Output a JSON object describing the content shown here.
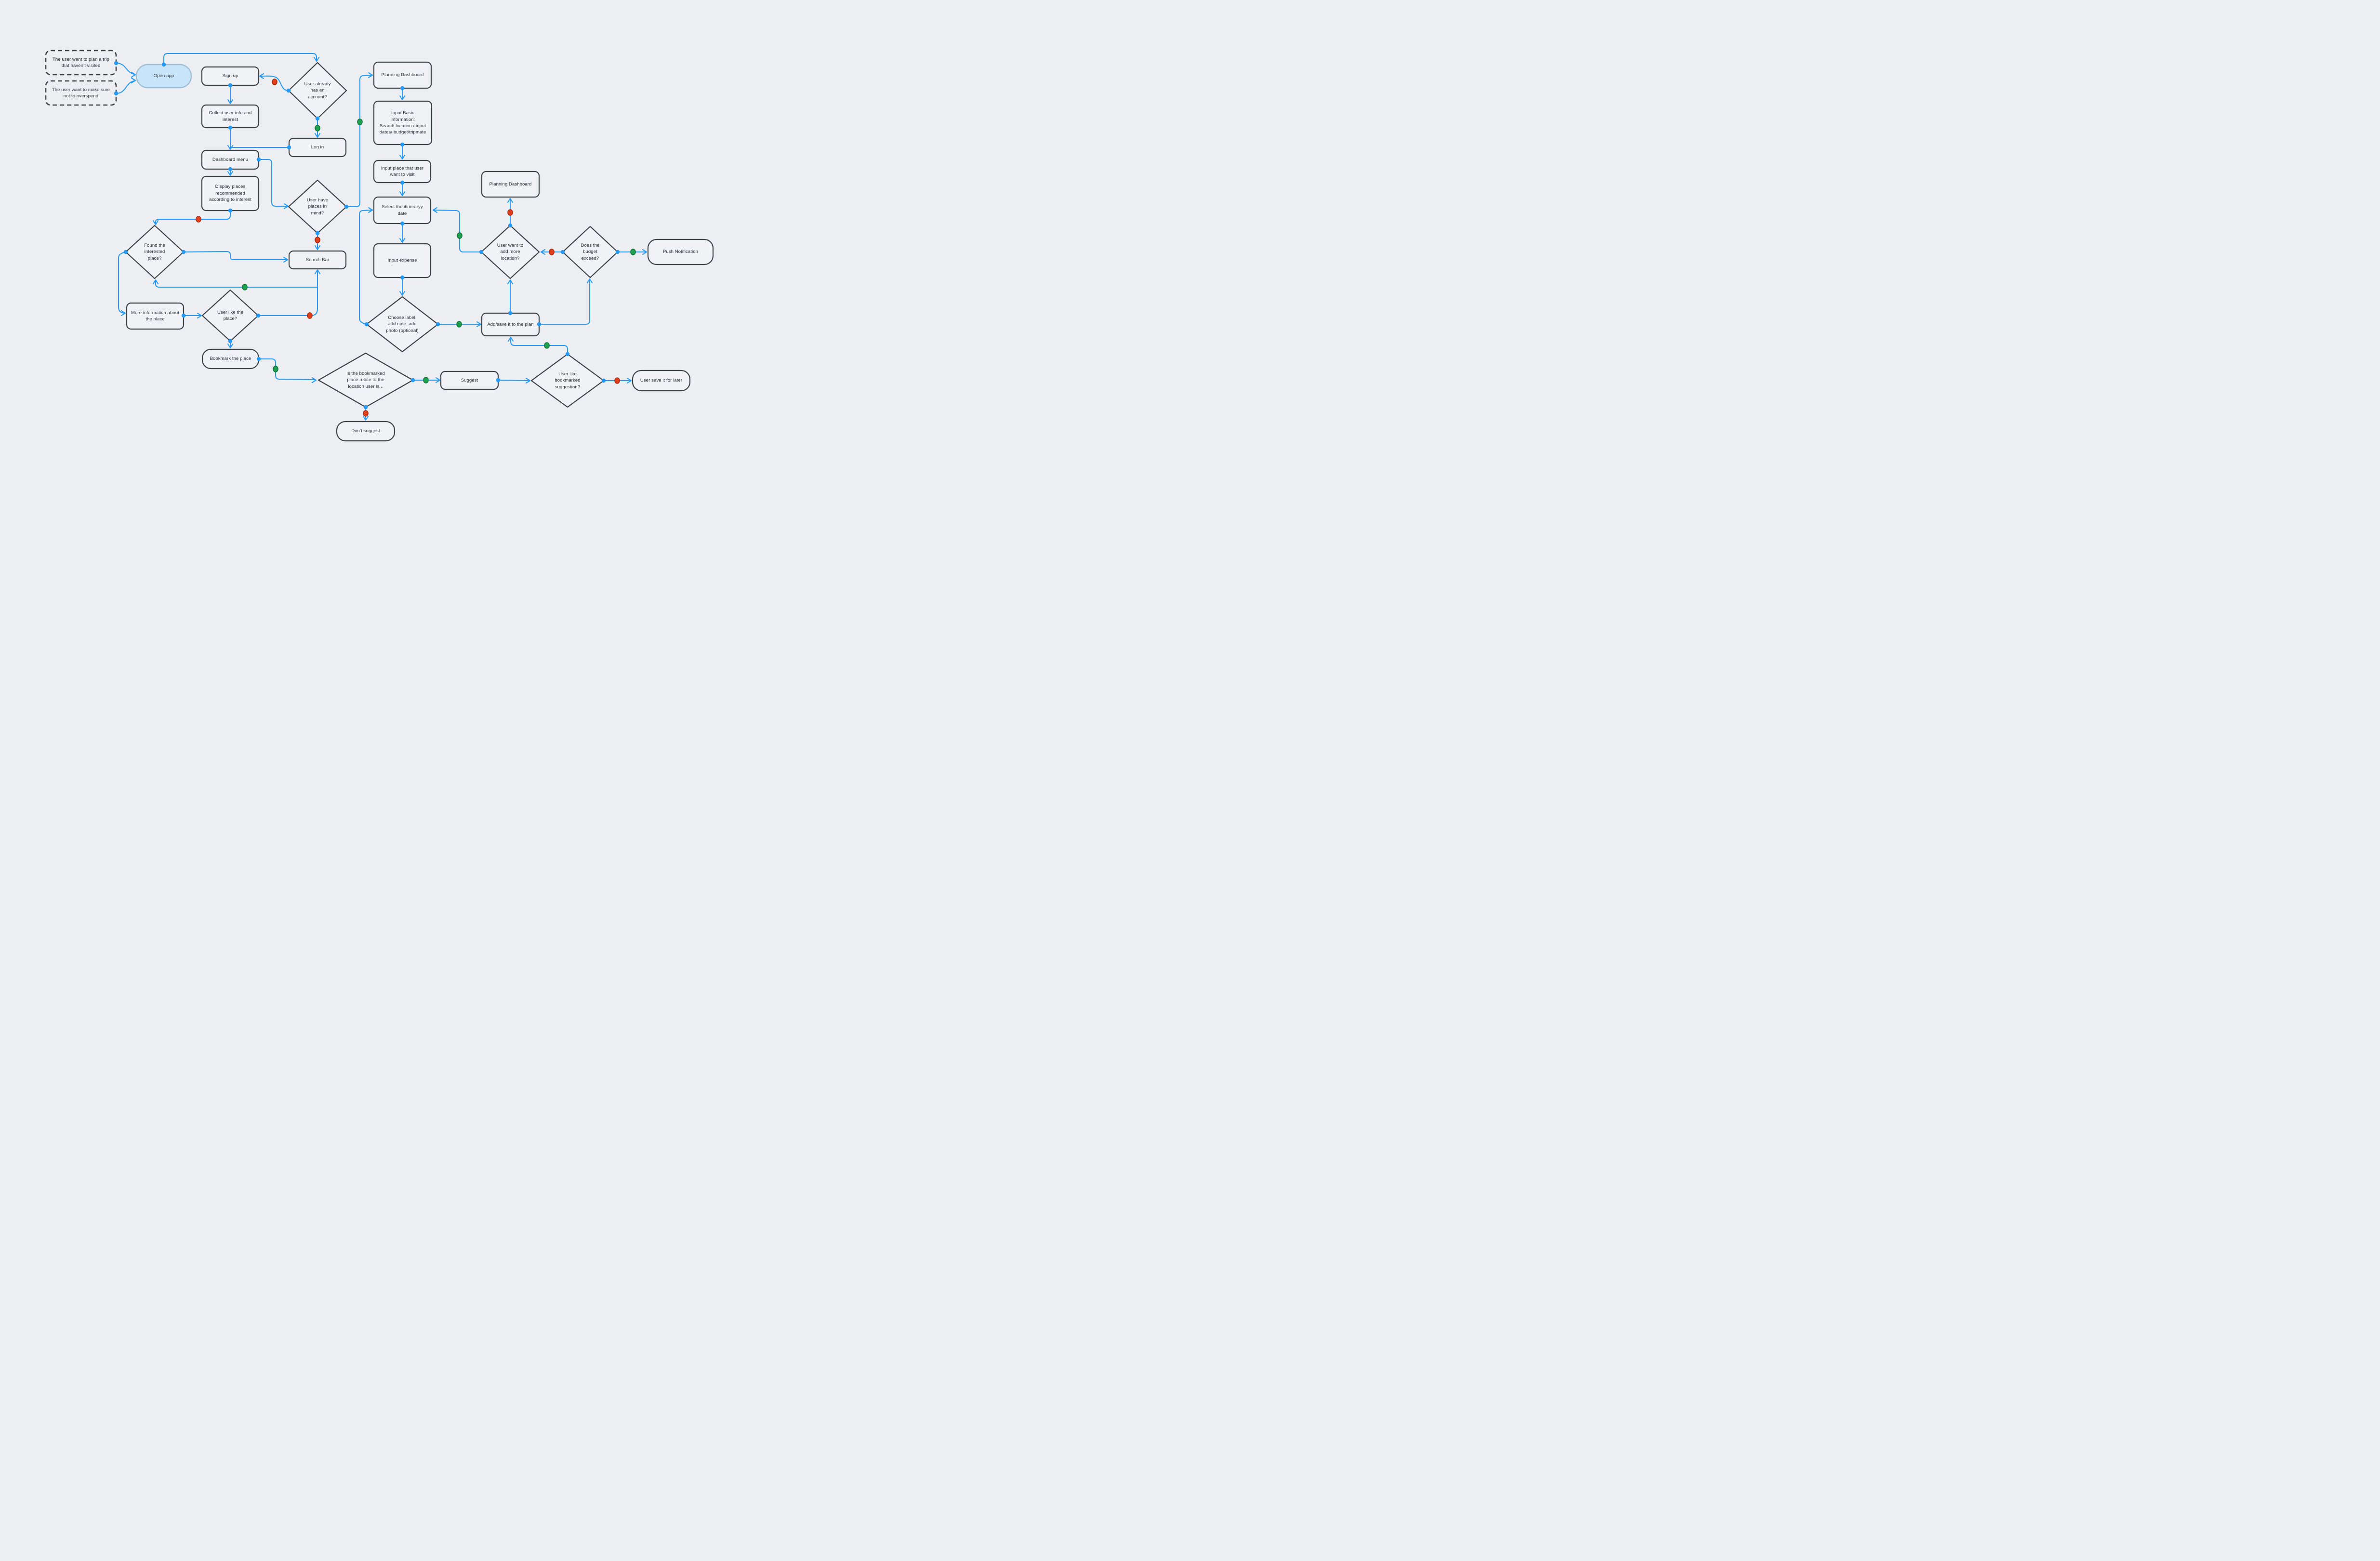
{
  "canvas": {
    "background": "#eceef2",
    "node_fill": "#f0f2f6",
    "node_border": "#3d4246",
    "connector_blue": "#2499f5",
    "yes_dot_green": "#1ea24f",
    "yes_dot_green_border": "#12763a",
    "no_dot_red": "#e2401d",
    "no_dot_red_border": "#a92c10",
    "entry_fill": "#c8e4f9",
    "entry_border": "#9fbdd4",
    "text_color": "#2a2e33"
  },
  "nodes": [
    {
      "id": "start-trip",
      "kind": "start",
      "label": "The user want to plan a trip\nthat haven’t visited"
    },
    {
      "id": "start-budget",
      "kind": "start",
      "label": "The user want to make sure\nnot to overspend"
    },
    {
      "id": "open-app",
      "kind": "entry",
      "label": "Open app"
    },
    {
      "id": "sign-up",
      "kind": "process",
      "label": "Sign up"
    },
    {
      "id": "account-question",
      "kind": "decision",
      "label": "User already\nhas an\naccount?"
    },
    {
      "id": "collect-info",
      "kind": "process",
      "label": "Collect user info and\ninterest"
    },
    {
      "id": "log-in",
      "kind": "process",
      "label": "Log in"
    },
    {
      "id": "dashboard-menu",
      "kind": "process",
      "label": "Dashboard menu"
    },
    {
      "id": "display-places",
      "kind": "process",
      "label": "Display places\nrecommended\naccording to interest"
    },
    {
      "id": "places-in-mind-question",
      "kind": "decision",
      "label": "User have\nplaces in\nmind?"
    },
    {
      "id": "planning-dashboard-1",
      "kind": "process",
      "label": "Planning Dashboard"
    },
    {
      "id": "input-basic",
      "kind": "process",
      "label": "Input Basic\ninformation:\nSearch location / input\ndates/ budget/tripmate"
    },
    {
      "id": "input-place",
      "kind": "process",
      "label": "Input place that user\nwant to visit"
    },
    {
      "id": "select-itinerary",
      "kind": "process",
      "label": "Select the itineraryy\ndate"
    },
    {
      "id": "input-expense",
      "kind": "process",
      "label": "Input expense"
    },
    {
      "id": "choose-label-question",
      "kind": "decision",
      "label": "Choose label,\nadd note, add\nphoto (optional)"
    },
    {
      "id": "planning-dashboard-2",
      "kind": "process",
      "label": "Planning Dashboard"
    },
    {
      "id": "add-more-question",
      "kind": "decision",
      "label": "User want to\nadd more\nlocation?"
    },
    {
      "id": "budget-question",
      "kind": "decision",
      "label": "Does the\nbudget\nexceed?"
    },
    {
      "id": "push-notification",
      "kind": "terminal",
      "label": "Push Notification"
    },
    {
      "id": "found-place-question",
      "kind": "decision",
      "label": "Found the\ninterested\nplace?"
    },
    {
      "id": "search-bar",
      "kind": "process",
      "label": "Search Bar"
    },
    {
      "id": "more-info",
      "kind": "process",
      "label": "More information about\nthe place"
    },
    {
      "id": "like-place-question",
      "kind": "decision",
      "label": "User like the\nplace?"
    },
    {
      "id": "bookmark-place",
      "kind": "terminal",
      "label": "Bookmark the place"
    },
    {
      "id": "bookmarked-relate-question",
      "kind": "decision",
      "label": "Is the bookmarked\nplace relate to the\nlocation user is..."
    },
    {
      "id": "suggest",
      "kind": "process",
      "label": "Suggest"
    },
    {
      "id": "like-suggestion-question",
      "kind": "decision",
      "label": "User like\nbookmarked\nsuggestion?"
    },
    {
      "id": "save-for-later",
      "kind": "terminal",
      "label": "User save it for later"
    },
    {
      "id": "dont-suggest",
      "kind": "terminal",
      "label": "Don’t suggest"
    },
    {
      "id": "add-save-plan",
      "kind": "process",
      "label": "Add/save it to the plan"
    }
  ]
}
